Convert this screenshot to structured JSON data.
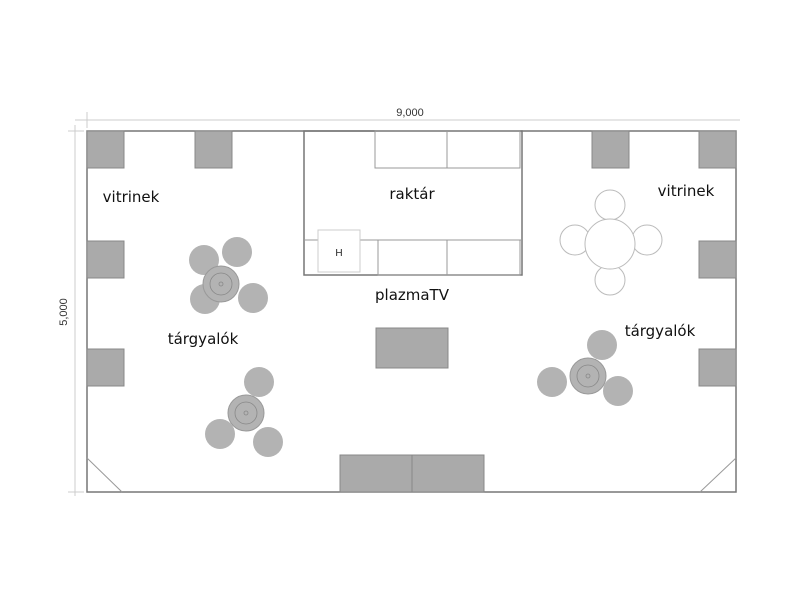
{
  "dimensions": {
    "width": "9,000",
    "height": "5,000"
  },
  "labels": {
    "vitrinek_left": "vitrinek",
    "vitrinek_right": "vitrinek",
    "raktar": "raktár",
    "plazmatv": "plazmaTV",
    "targyalok_left": "tárgyalók",
    "targyalok_right": "tárgyalók",
    "h_box": "H"
  },
  "colors": {
    "furniture": "#b3b3b3",
    "walls": "#777777"
  }
}
